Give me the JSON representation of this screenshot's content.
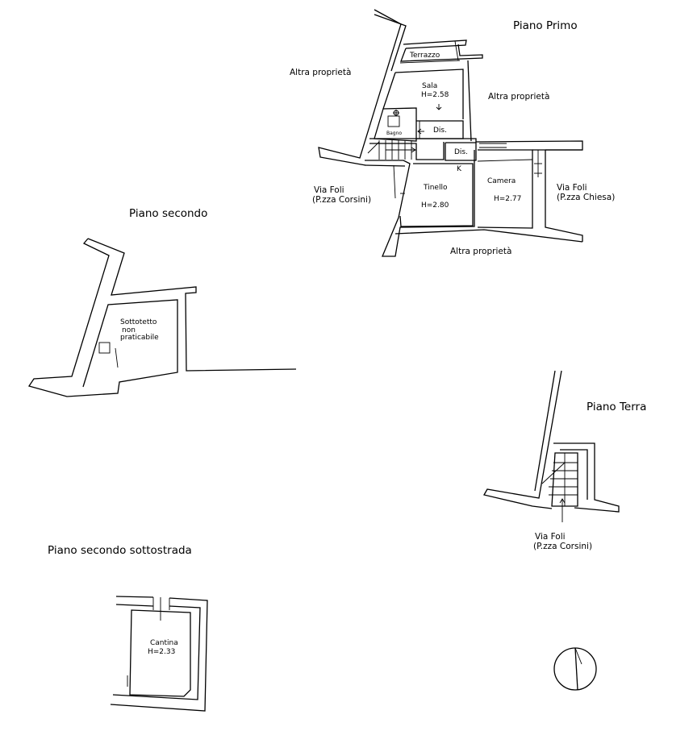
{
  "floors": {
    "primo": {
      "title": "Piano Primo",
      "neighbors": {
        "west": "Altra proprietà",
        "east": "Altra proprietà",
        "south": "Altra proprietà"
      },
      "street_west": {
        "line1": "Via Foli",
        "line2": "(P.zza Corsini)"
      },
      "street_east": {
        "line1": "Via Foli",
        "line2": "(P.zza Chiesa)"
      },
      "rooms": {
        "terrazzo": "Terrazzo",
        "sala": "Sala",
        "sala_height": "H=2.58",
        "bagno": "Bagno",
        "dis1": "Dis.",
        "dis2": "Dis.",
        "k": "K",
        "tinello": "Tinello",
        "tinello_height": "H=2.80",
        "camera": "Camera",
        "camera_height": "H=2.77"
      }
    },
    "secondo": {
      "title": "Piano secondo",
      "room_line1": "Sottotetto",
      "room_line2": "non",
      "room_line3": "praticabile"
    },
    "terra": {
      "title": "Piano Terra",
      "street": {
        "line1": "Via Foli",
        "line2": "(P.zza Corsini)"
      }
    },
    "sottostrada": {
      "title": "Piano secondo sottostrada",
      "room": "Cantina",
      "room_height": "H=2.33"
    }
  },
  "north_arrow": {
    "icon": "north-arrow-icon"
  }
}
